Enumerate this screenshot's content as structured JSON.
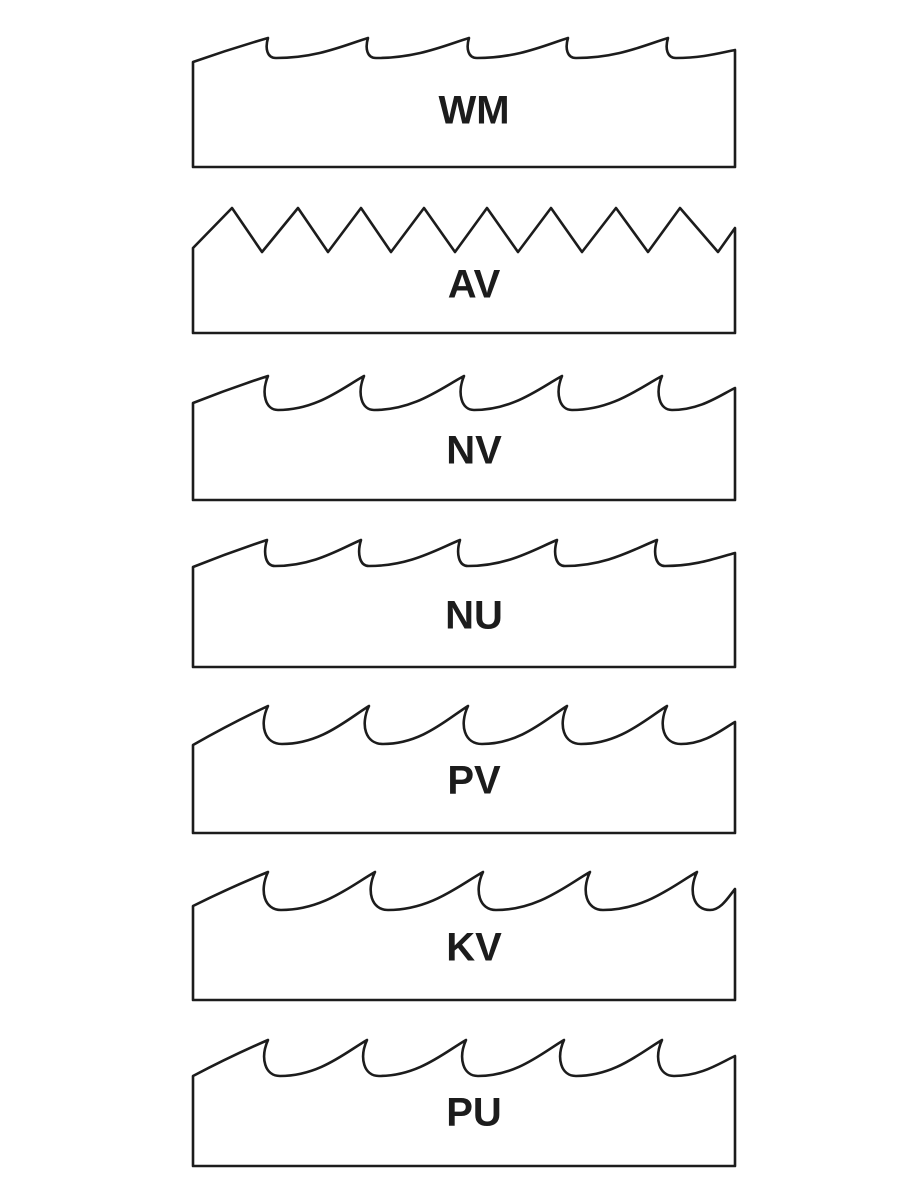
{
  "diagram": {
    "line_color": "#1c1c1c",
    "background": "#ffffff",
    "profiles": [
      {
        "label": "WM",
        "tooth_shape": "shallow-wave"
      },
      {
        "label": "AV",
        "tooth_shape": "triangular-zigzag"
      },
      {
        "label": "NV",
        "tooth_shape": "hooked-deep"
      },
      {
        "label": "NU",
        "tooth_shape": "hooked-shallow"
      },
      {
        "label": "PV",
        "tooth_shape": "rounded-gullet-deep"
      },
      {
        "label": "KV",
        "tooth_shape": "rounded-gullet-wide"
      },
      {
        "label": "PU",
        "tooth_shape": "rounded-gullet"
      }
    ]
  }
}
